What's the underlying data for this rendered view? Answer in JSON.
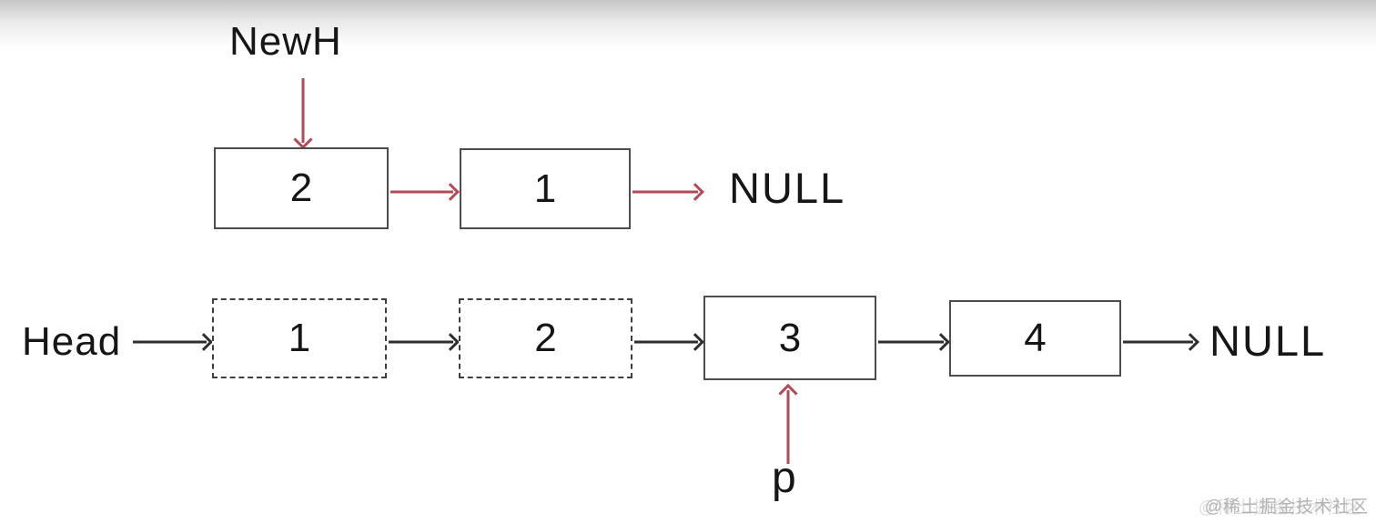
{
  "diagram": {
    "title_implicit": "linked list reversal step",
    "reversed_list": {
      "pointer_label": "NewH",
      "nodes": [
        "2",
        "1"
      ],
      "terminator": "NULL"
    },
    "original_list": {
      "head_label": "Head",
      "nodes": [
        "1",
        "2",
        "3",
        "4"
      ],
      "dashed_nodes": [
        "1",
        "2"
      ],
      "terminator": "NULL",
      "current_pointer_label": "p",
      "current_pointer_target": "3"
    },
    "colors": {
      "pointer_arrow": "#b24a58",
      "list_arrow": "#2e2e2e",
      "box_border": "#4d4d4d",
      "text": "#161616"
    }
  },
  "watermark": {
    "text": "@稀土掘金技术社区"
  }
}
